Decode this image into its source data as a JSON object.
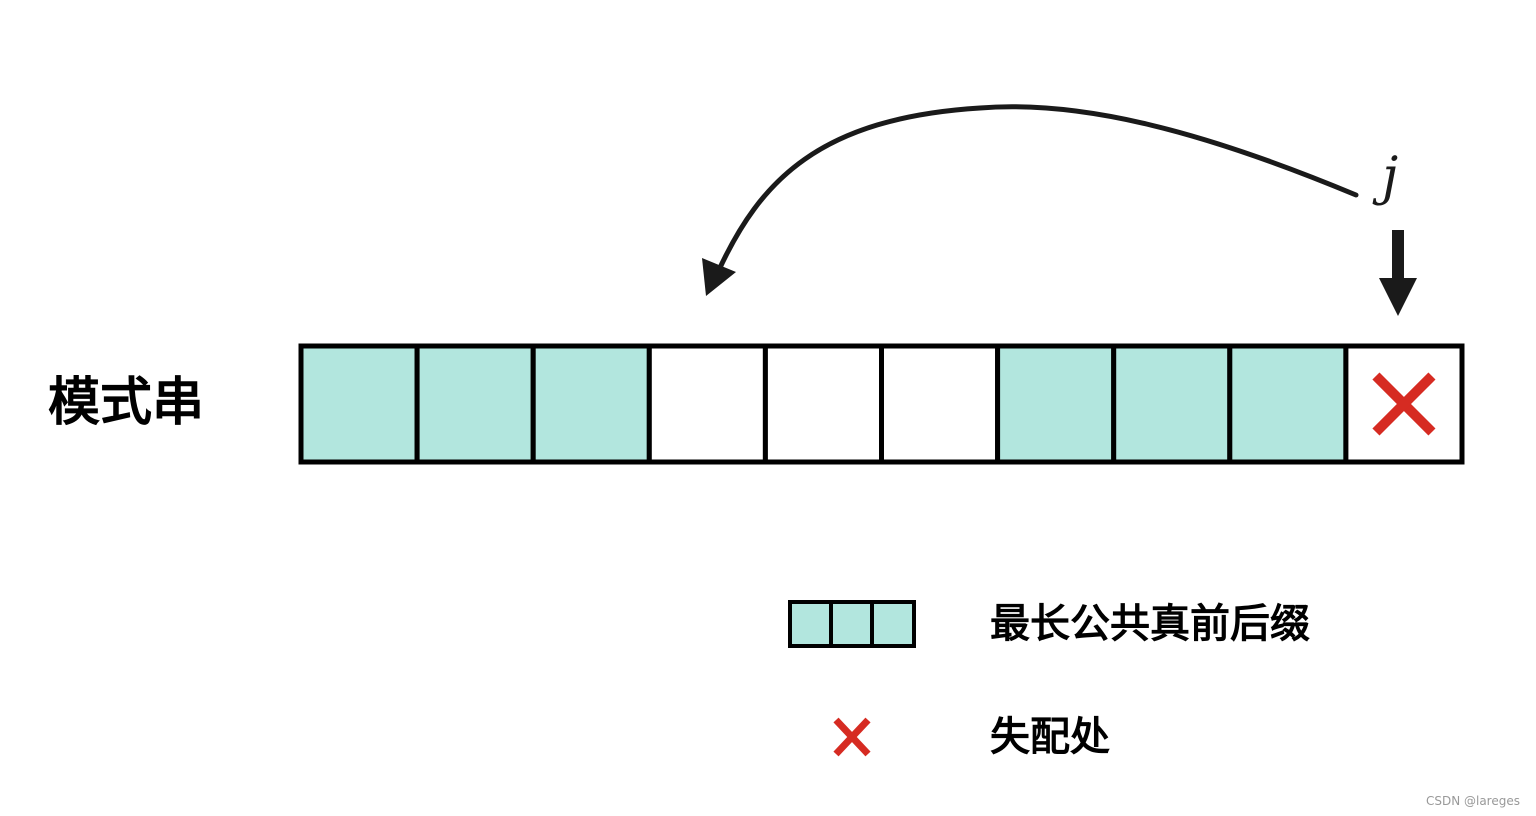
{
  "row_label": "模式串",
  "pointer_label": "j",
  "cells": [
    {
      "state": "prefix-suffix"
    },
    {
      "state": "prefix-suffix"
    },
    {
      "state": "prefix-suffix"
    },
    {
      "state": "empty"
    },
    {
      "state": "empty"
    },
    {
      "state": "empty"
    },
    {
      "state": "prefix-suffix"
    },
    {
      "state": "prefix-suffix"
    },
    {
      "state": "prefix-suffix"
    },
    {
      "state": "mismatch"
    }
  ],
  "legend": [
    {
      "icon": "teal-cells-swatch",
      "label": "最长公共真前后缀"
    },
    {
      "icon": "red-cross-icon",
      "label": "失配处"
    }
  ],
  "colors": {
    "prefix_fill": "#b2e6de",
    "empty_fill": "#ffffff",
    "border": "#000000",
    "mismatch_mark": "#d62b22",
    "arrow": "#1a1a1a"
  },
  "watermark": "CSDN @lareges"
}
